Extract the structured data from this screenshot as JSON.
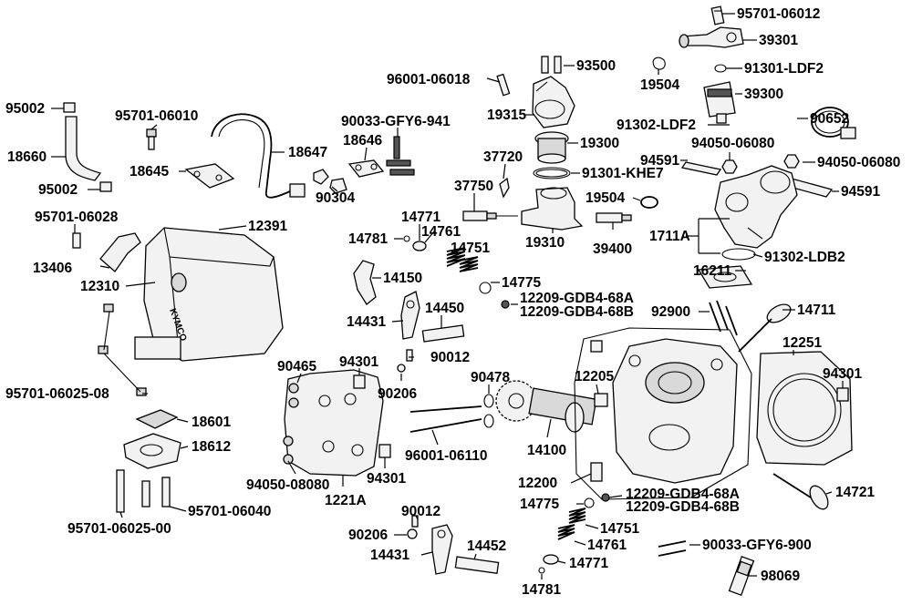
{
  "labels": {
    "p95701_06012": "95701-06012",
    "p39301": "39301",
    "p91301_ldf2": "91301-LDF2",
    "p39300": "39300",
    "p93500": "93500",
    "p96001_06018": "96001-06018",
    "p19504_top": "19504",
    "p90652": "90652",
    "p95002_top": "95002",
    "p95701_06010": "95701-06010",
    "p90033_gfy6_941": "90033-GFY6-941",
    "p19315": "19315",
    "p91302_ldf2": "91302-LDF2",
    "p94050_06080_a": "94050-06080",
    "p18660": "18660",
    "p18646": "18646",
    "p18647": "18647",
    "p19300": "19300",
    "p94591_a": "94591",
    "p94050_06080_b": "94050-06080",
    "p37720": "37720",
    "p91301_khe7": "91301-KHE7",
    "p18645": "18645",
    "p95002_bot": "95002",
    "p94591_b": "94591",
    "p37750": "37750",
    "p19504_mid": "19504",
    "p90304": "90304",
    "p95701_06028": "95701-06028",
    "p14771_top": "14771",
    "p12391": "12391",
    "p14761_top": "14761",
    "p1711a": "1711A",
    "p14781_top": "14781",
    "p14751_top": "14751",
    "p39400": "39400",
    "p19310": "19310",
    "p91302_ldb2": "91302-LDB2",
    "p13406": "13406",
    "p16211": "16211",
    "p14150": "14150",
    "p14775_top": "14775",
    "p12310": "12310",
    "p12209_a_top": "12209-GDB4-68A",
    "p12209_b_top": "12209-GDB4-68B",
    "p92900": "92900",
    "p14711": "14711",
    "p14450": "14450",
    "p14431_top": "14431",
    "p12251": "12251",
    "p90012_top": "90012",
    "p90465": "90465",
    "p94301_a": "94301",
    "p94301_b": "94301",
    "p90478": "90478",
    "p12205": "12205",
    "p95701_06025_08": "95701-06025-08",
    "p90206_top": "90206",
    "p18601": "18601",
    "p14100": "14100",
    "p96001_06110": "96001-06110",
    "p18612": "18612",
    "p94050_08080": "94050-08080",
    "p94301_c": "94301",
    "p12200": "12200",
    "p12209_a_bot": "12209-GDB4-68A",
    "p1221a": "1221A",
    "p12209_b_bot": "12209-GDB4-68B",
    "p14721": "14721",
    "p14775_bot": "14775",
    "p95701_06040": "95701-06040",
    "p90012_bot": "90012",
    "p14751_bot": "14751",
    "p95701_06025_00": "95701-06025-00",
    "p90206_bot": "90206",
    "p14761_bot": "14761",
    "p90033_gfy6_900": "90033-GFY6-900",
    "p14452": "14452",
    "p14431_bot": "14431",
    "p14771_bot": "14771",
    "p98069": "98069",
    "p14781_bot": "14781"
  },
  "cover_stamp": "KYMCO"
}
